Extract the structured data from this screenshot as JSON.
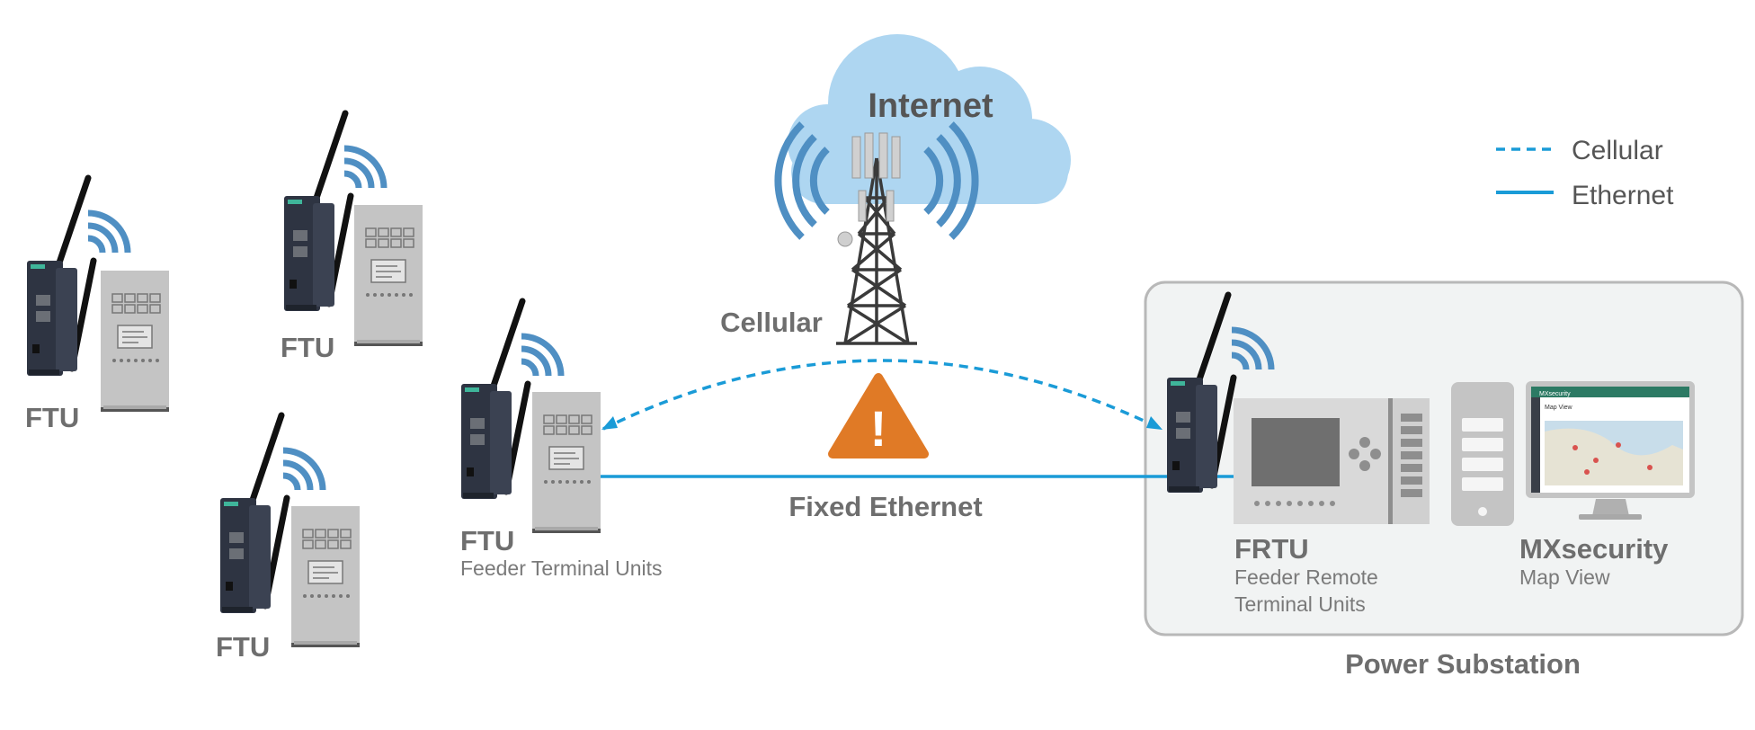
{
  "internet_label": "Internet",
  "cellular_label": "Cellular",
  "fixed_ethernet_label": "Fixed Ethernet",
  "legend": {
    "cellular": "Cellular",
    "ethernet": "Ethernet"
  },
  "ftu_nodes": [
    {
      "label": "FTU",
      "sub": ""
    },
    {
      "label": "FTU",
      "sub": ""
    },
    {
      "label": "FTU",
      "sub": ""
    },
    {
      "label": "FTU",
      "sub": "Feeder Terminal Units"
    }
  ],
  "substation": {
    "title": "Power Substation",
    "frtu_label": "FRTU",
    "frtu_sub_line1": "Feeder Remote",
    "frtu_sub_line2": "Terminal Units",
    "mx_label": "MXsecurity",
    "mx_sub": "Map View",
    "screen_app": "MXsecurity",
    "screen_title": "Map View"
  },
  "warning_symbol": "!",
  "colors": {
    "ethernet": "#1a9bd7",
    "cellular": "#1a9bd7",
    "wifi": "#4f8fc3",
    "cloud": "#aed6f1",
    "warning": "#e07a26",
    "label": "#6e6e6e",
    "router": "#2e3442",
    "cabinet": "#c4c4c4",
    "panel": "#f1f3f3"
  },
  "icons": [
    "router-icon",
    "cabinet-icon",
    "wifi-signal-icon",
    "cloud-icon",
    "cell-tower-icon",
    "warning-icon",
    "server-icon",
    "monitor-icon"
  ]
}
